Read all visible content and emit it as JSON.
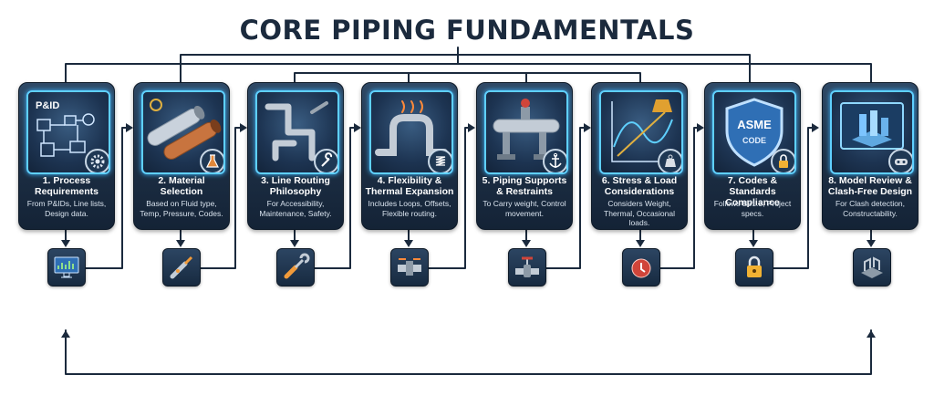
{
  "title": "CORE PIPING FUNDAMENTALS",
  "steps": [
    {
      "title": "1. Process Requirements",
      "description": "From P&IDs, Line lists, Design data.",
      "art_label": "P&ID",
      "icon": "monitor-chart-icon",
      "badge": "gear-icon"
    },
    {
      "title": "2. Material Selection",
      "description": "Based on Fluid type, Temp, Pressure, Codes.",
      "icon": "drill-icon",
      "badge": "flask-icon"
    },
    {
      "title": "3. Line Routing Philosophy",
      "description": "For Accessibility, Maintenance, Safety.",
      "icon": "wrench-icon",
      "badge": "wrench-icon"
    },
    {
      "title": "4. Flexibility & Thermal Expansion",
      "description": "Includes Loops, Offsets, Flexible routing.",
      "icon": "expansion-joint-icon",
      "badge": "spring-icon"
    },
    {
      "title": "5. Piping Supports & Restraints",
      "description": "To Carry weight, Control movement.",
      "icon": "valve-icon",
      "badge": "anchor-icon"
    },
    {
      "title": "6. Stress & Load Considerations",
      "description": "Considers Weight, Thermal, Occasional loads.",
      "icon": "alarm-bell-icon",
      "badge": "weight-icon"
    },
    {
      "title": "7. Codes & Standards Compliance",
      "description": "Follows B31.3, Project specs.",
      "art_label": "ASME",
      "art_sublabel": "CODE",
      "icon": "padlock-icon",
      "badge": "padlock-icon"
    },
    {
      "title": "8. Model Review & Clash-Free Design",
      "description": "For Clash detection, Constructability.",
      "icon": "3d-model-icon",
      "badge": "vr-headset-icon"
    }
  ],
  "colors": {
    "card_bg": "#1c2e44",
    "glow": "#5fd0ff",
    "connector": "#1b2a3d",
    "title": "#1b2a3d"
  }
}
